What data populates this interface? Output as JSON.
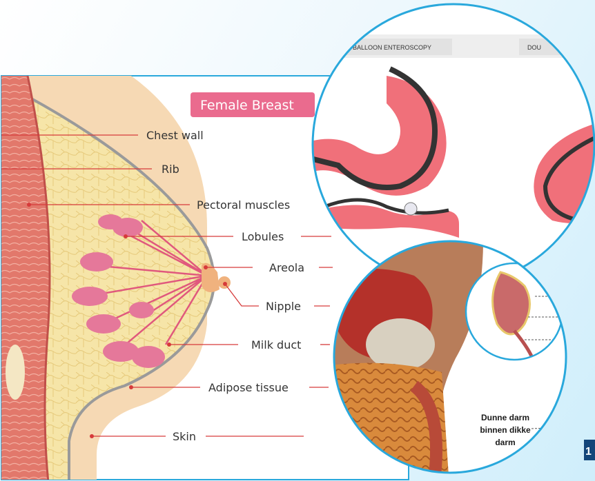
{
  "breast_panel": {
    "title": "Female Breast",
    "labels": {
      "chest_wall": "Chest wall",
      "rib": "Rib",
      "pectoral_muscles": "Pectoral muscles",
      "lobules": "Lobules",
      "areola": "Areola",
      "nipple": "Nipple",
      "milk_duct": "Milk duct",
      "adipose_tissue": "Adipose tissue",
      "skin": "Skin"
    }
  },
  "enteroscopy_panel": {
    "header_left": "E-BALLOON ENTEROSCOPY",
    "header_right": "DOU"
  },
  "anatomy_panel": {
    "caption_line1": "Dunne darm",
    "caption_line2": "binnen dikke",
    "caption_line3": "darm"
  },
  "corner_badge": "1",
  "colors": {
    "accent_blue": "#29a8dc",
    "title_pink": "#ea6b8e",
    "leader_red": "#d63a3a",
    "stomach_pink": "#f0707a"
  }
}
